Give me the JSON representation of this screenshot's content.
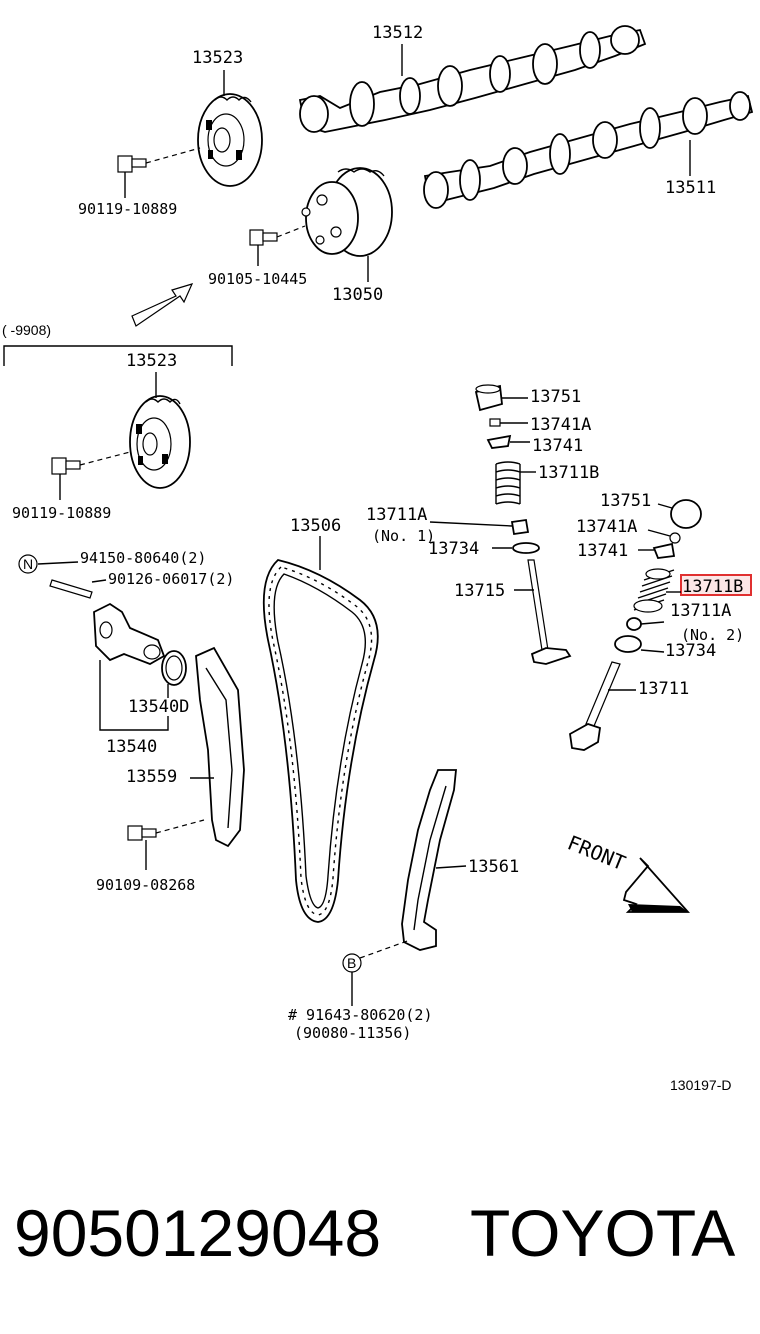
{
  "labels": {
    "p13523_top": "13523",
    "p13512": "13512",
    "p13511": "13511",
    "p90119_top": "90119-10889",
    "p90105": "90105-10445",
    "p13050": "13050",
    "range_note": "(       -9908)",
    "p13523_mid": "13523",
    "p90119_mid": "90119-10889",
    "p13751_a": "13751",
    "p13741A_a": "13741A",
    "p13741_a": "13741",
    "p13711B_a": "13711B",
    "p13711A_a": "13711A",
    "no1": "(No. 1)",
    "p13734_a": "13734",
    "p13715": "13715",
    "p13506": "13506",
    "p13751_b": "13751",
    "p13741A_b": "13741A",
    "p13741_b": "13741",
    "p13711B_b": "13711B",
    "p13711A_b": "13711A",
    "no2": "(No. 2)",
    "p13734_b": "13734",
    "p13711": "13711",
    "mark_n": "N",
    "p94150": "94150-80640(2)",
    "p90126": "90126-06017(2)",
    "p13540D": "13540D",
    "p13540": "13540",
    "p13559": "13559",
    "p90109": "90109-08268",
    "p13561": "13561",
    "mark_b": "B",
    "p91643": "# 91643-80620(2)",
    "p90080": "(90080-11356)",
    "front": "FRONT",
    "fig_code": "130197-D"
  },
  "footer": {
    "part_number": "9050129048",
    "brand": "TOYOTA"
  },
  "highlight_color": "#e03030"
}
